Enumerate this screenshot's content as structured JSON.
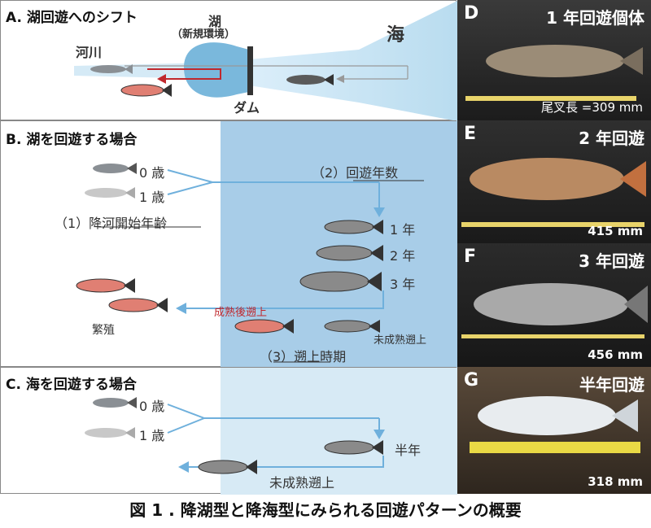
{
  "panelA": {
    "title": "A. 湖回遊へのシフト",
    "river": "河川",
    "lake_line1": "湖",
    "lake_line2": "（新規環境）",
    "sea": "海",
    "dam": "ダム"
  },
  "panelB": {
    "title": "B. 湖を回遊する場合",
    "age0": "0 歳",
    "age1": "1 歳",
    "label1": "（1）降河開始年齢",
    "label2": "（2）回遊年数",
    "year1": "1 年",
    "year2": "2 年",
    "year3": "3 年",
    "mature": "成熟後遡上",
    "immature": "未成熟遡上",
    "spawning": "繁殖",
    "label3": "（3）遡上時期"
  },
  "panelC": {
    "title": "C. 海を回遊する場合",
    "age0": "0 歳",
    "age1": "1 歳",
    "half_year": "半年",
    "immature": "未成熟遡上"
  },
  "photos": [
    {
      "label": "D",
      "caption": "1 年回遊個体",
      "size": "尾叉長 =309 mm"
    },
    {
      "label": "E",
      "caption": "2 年回遊",
      "size": "415 mm"
    },
    {
      "label": "F",
      "caption": "3 年回遊",
      "size": "456 mm"
    },
    {
      "label": "G",
      "caption": "半年回遊",
      "size": "318 mm"
    }
  ],
  "figure_caption": "図 1 . 降湖型と降海型にみられる回遊パターンの概要",
  "colors": {
    "lake_blue": "#7ab8dc",
    "panel_blue": "#a8cde8",
    "arrow_blue": "#6fb0dc",
    "red": "#c0282d",
    "fish_red": "#e07f73",
    "fish_grey": "#666666"
  }
}
